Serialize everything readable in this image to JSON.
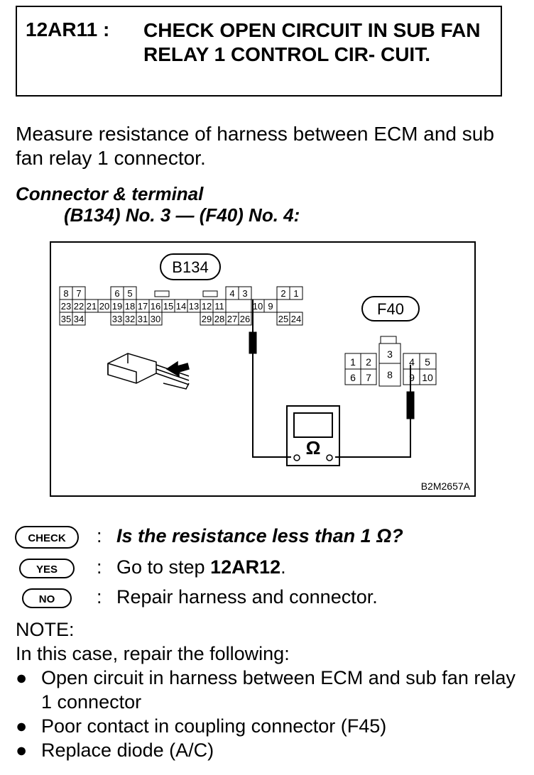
{
  "header": {
    "code": "12AR11 :",
    "title": "CHECK OPEN CIRCUIT IN SUB FAN RELAY 1 CONTROL CIR- CUIT."
  },
  "intro": "Measure resistance of harness between ECM and sub fan relay 1 connector.",
  "connector_label": "Connector & terminal",
  "connector_terms": "(B134) No. 3 — (F40) No. 4:",
  "diagram": {
    "connector_b134": "B134",
    "connector_f40": "F40",
    "b134_top_row": [
      "8",
      "7",
      "6",
      "5",
      "4",
      "3",
      "2",
      "1"
    ],
    "b134_mid_row": [
      "23",
      "22",
      "21",
      "20",
      "19",
      "18",
      "17",
      "16",
      "15",
      "14",
      "13",
      "12",
      "11",
      "10",
      "9"
    ],
    "b134_bot_row": [
      "35",
      "34",
      "33",
      "32",
      "31",
      "30",
      "29",
      "28",
      "27",
      "26",
      "25",
      "24"
    ],
    "f40_terms": [
      "1",
      "2",
      "3",
      "4",
      "5",
      "6",
      "7",
      "8",
      "9",
      "10"
    ],
    "meter_symbol": "Ω",
    "figure_code": "B2M2657A"
  },
  "checks": {
    "check_badge": "CHECK",
    "check_text": "Is the resistance less than 1 Ω?",
    "yes_badge": "YES",
    "yes_text_prefix": "Go to step ",
    "yes_step": "12AR12",
    "yes_text_suffix": ".",
    "no_badge": "NO",
    "no_text": "Repair harness and connector.",
    "colon": ":"
  },
  "note": {
    "title": "NOTE:",
    "intro": "In this case, repair the following:",
    "items": [
      "Open circuit in harness between ECM and sub fan relay 1 connector",
      "Poor contact in coupling connector (F45)",
      "Replace diode (A/C)"
    ]
  }
}
